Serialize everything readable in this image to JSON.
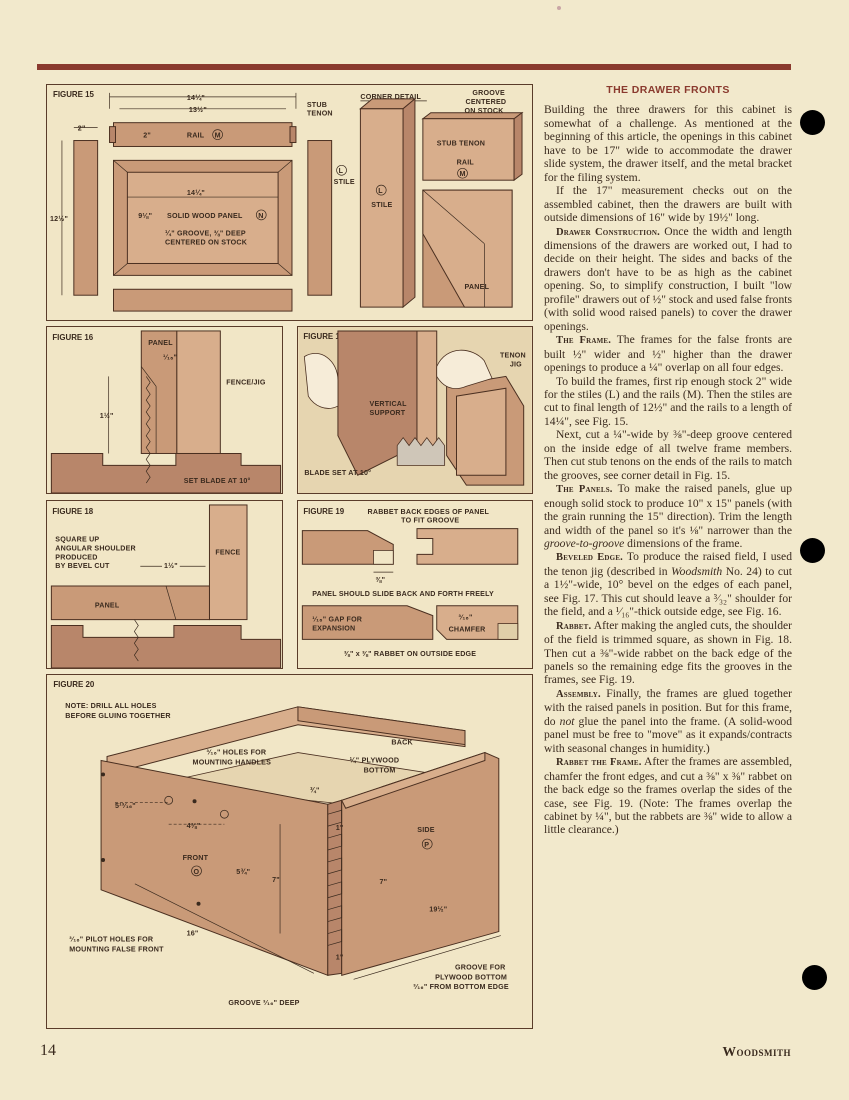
{
  "figures": {
    "fig15": {
      "title": "FIGURE 15",
      "corner_detail": "CORNER DETAIL",
      "groove_centered": [
        "GROOVE",
        "CENTERED",
        "ON STOCK"
      ],
      "dim_14_1_4": "14¼\"",
      "dim_13_1_2": "13½\"",
      "dim_2": "2\"",
      "dim_2b": "2\"",
      "rail": "RAIL",
      "rail_tag": "M",
      "stub_tenon": [
        "STUB",
        "TENON"
      ],
      "stile_tag": "L",
      "stile": "STILE",
      "dim_12_1_2": "12½\"",
      "dim_14_1_4b": "14¼\"",
      "dim_9_1_8": "9⅛\"",
      "solid_wood_panel": "SOLID WOOD PANEL",
      "panel_tag": "N",
      "groove_note": [
        "¼\" GROOVE, ⅜\" DEEP",
        "CENTERED ON STOCK"
      ],
      "stile_tag2": "L",
      "stile2": "STILE",
      "stub_tenon2": "STUB TENON",
      "rail2": "RAIL",
      "rail_tag2": "M",
      "panel": "PANEL"
    },
    "fig16": {
      "title": "FIGURE 16",
      "panel": "PANEL",
      "dim_1_16": "¹⁄₁₆\"",
      "fence_jig": "FENCE/JIG",
      "dim_1_1_2": "1½\"",
      "set_blade": "SET BLADE AT 10°"
    },
    "fig17": {
      "title": "FIGURE 17",
      "tenon_jig": [
        "TENON",
        "JIG"
      ],
      "vertical_support": [
        "VERTICAL",
        "SUPPORT"
      ],
      "blade_set": "BLADE SET AT 10°"
    },
    "fig18": {
      "title": "FIGURE 18",
      "square_up": [
        "SQUARE UP",
        "ANGULAR SHOULDER",
        "PRODUCED",
        "BY BEVEL CUT"
      ],
      "dim_1_1_2": "1½\"",
      "fence": "FENCE",
      "panel": "PANEL"
    },
    "fig19": {
      "title": "FIGURE 19",
      "rabbet_note": [
        "RABBET BACK EDGES OF PANEL",
        "TO FIT GROOVE"
      ],
      "dim_3_8": "⅜\"",
      "slide_note": "PANEL SHOULD SLIDE BACK AND FORTH FREELY",
      "gap_note": [
        "¹⁄₁₆\" GAP FOR",
        "EXPANSION"
      ],
      "dim_3_16": "³⁄₁₆\"",
      "chamfer": "CHAMFER",
      "rabbet_outside": "⅜\" x ⅜\" RABBET ON OUTSIDE EDGE"
    },
    "fig20": {
      "title": "FIGURE 20",
      "note": [
        "NOTE: DRILL ALL HOLES",
        "BEFORE GLUING TOGETHER"
      ],
      "back": "BACK",
      "holes_handles": [
        "³⁄₁₆\" HOLES FOR",
        "MOUNTING HANDLES"
      ],
      "plywood_bottom": [
        "¼\" PLYWOOD",
        "BOTTOM"
      ],
      "dim_5_13_16": "5¹³⁄₁₆\"",
      "dim_4_3_8": "4⅜\"",
      "dim_3_4": "¾\"",
      "dim_1": "1\"",
      "side": "SIDE",
      "side_tag": "P",
      "front": "FRONT",
      "front_tag": "O",
      "dim_5_3_4": "5¾\"",
      "dim_7": "7\"",
      "dim_7b": "7\"",
      "dim_19_1_2": "19½\"",
      "dim_16": "16\"",
      "dim_1b": "1\"",
      "pilot_holes": [
        "³⁄₁₆\" PILOT HOLES FOR",
        "MOUNTING FALSE FRONT"
      ],
      "groove_plywood": [
        "GROOVE FOR",
        "PLYWOOD BOTTOM",
        "³⁄₁₆\" FROM BOTTOM EDGE"
      ],
      "groove_deep": "GROOVE ³⁄₁₆\" DEEP"
    }
  },
  "article": {
    "heading": "THE DRAWER FRONTS",
    "p1": "Building the three drawers for this cabinet is somewhat of a challenge. As mentioned at the beginning of this article, the openings in this cabinet have to be 17\" wide to accommodate the drawer slide system, the drawer itself, and the metal bracket for the filing system.",
    "p2": "If the 17\" measurement checks out on the assembled cabinet, then the drawers are built with outside dimensions of 16\" wide by 19½\" long.",
    "p3_head": "Drawer Construction.",
    "p3": " Once the width and length dimensions of the drawers are worked out, I had to decide on their height. The sides and backs of the drawers don't have to be as high as the cabinet opening. So, to simplify construction, I built \"low profile\" drawers out of ½\" stock and used false fronts (with solid wood raised panels) to cover the drawer openings.",
    "p4_head": "The Frame.",
    "p4": " The frames for the false fronts are built ½\" wider and ½\" higher than the drawer openings to produce a ¼\" overlap on all four edges.",
    "p5": "To build the frames, first rip enough stock 2\" wide for the stiles (L) and the rails (M). Then the stiles are cut to final length of 12½\" and the rails to a length of 14¼\", see Fig. 15.",
    "p6": "Next, cut a ¼\"-wide by ⅜\"-deep groove centered on the inside edge of all twelve frame members. Then cut stub tenons on the ends of the rails to match the grooves, see corner detail in Fig. 15.",
    "p7_head": "The Panels.",
    "p7a": " To make the raised panels, glue up enough solid stock to produce 10\" x 15\" panels (with the grain running the 15\" direction). Trim the length and width of the panel so it's ⅛\" narrower than the ",
    "p7_em": "groove-to-groove",
    "p7b": " dimensions of the frame.",
    "p8_head": "Beveled Edge.",
    "p8a": " To produce the raised field, I used the tenon jig (described in ",
    "p8_em": "Woodsmith",
    "p8b": " No. 24) to cut a 1½\"-wide, 10° bevel on the edges of each panel, see Fig. 17. This cut should leave a ³⁄₃₂\" shoulder for the field, and a ¹⁄₁₆\"-thick outside edge, see Fig. 16.",
    "p9_head": "Rabbet.",
    "p9": " After making the angled cuts, the shoulder of the field is trimmed square, as shown in Fig. 18. Then cut a ⅜\"-wide rabbet on the back edge of the panels so the remaining edge fits the grooves in the frames, see Fig. 19.",
    "p10_head": "Assembly.",
    "p10a": " Finally, the frames are glued together with the raised panels in position. But for this frame, do ",
    "p10_em": "not",
    "p10b": " glue the panel into the frame. (A solid-wood panel must be free to \"move\" as it expands/contracts with seasonal changes in humidity.)",
    "p11_head": "Rabbet the Frame.",
    "p11": " After the frames are assembled, chamfer the front edges, and cut a ⅜\" x ⅜\" rabbet on the back edge so the frames overlap the sides of the case, see Fig. 19. (Note: The frames overlap the cabinet by ¼\", but the rabbets are ⅜\" wide to allow a little clearance.)"
  },
  "footer": {
    "page_number": "14",
    "magazine": "Woodsmith"
  }
}
